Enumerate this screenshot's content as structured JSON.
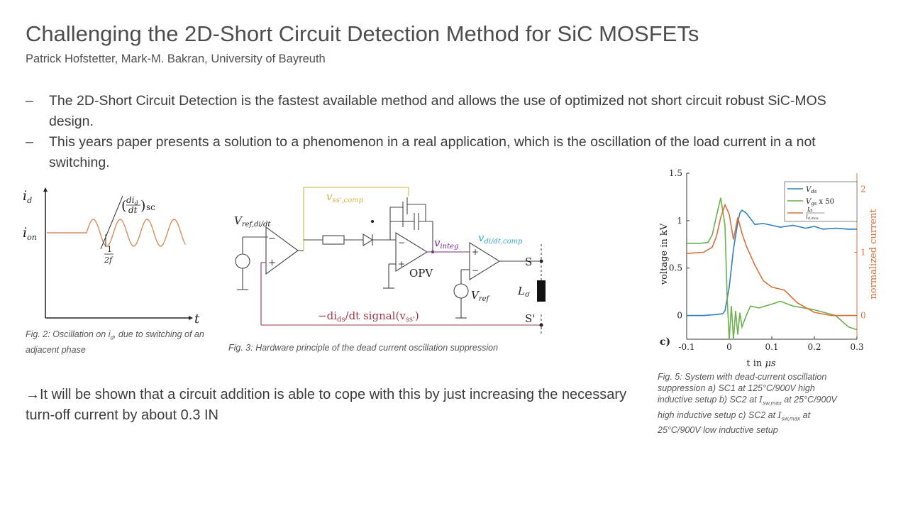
{
  "slide": {
    "title": "Challenging the 2D-Short Circuit Detection Method for SiC MOSFETs",
    "authors": "Patrick Hofstetter, Mark-M. Bakran, University of Bayreuth",
    "bullets": [
      {
        "dash": "–",
        "text": "The 2D-Short Circuit Detection is the fastest available method and allows the use of optimized not short circuit robust SiC-MOS design."
      },
      {
        "dash": "–",
        "text": "This years paper presents a solution to a phenomenon in a real application, which is the oscillation of the load current in a not switching."
      }
    ],
    "conclusion": "→It will be shown that a circuit addition is able to cope with this by just increasing the necessary turn-off current by about 0.3 IN"
  },
  "fig2": {
    "caption_pre": "Fig. 2: Oscillation on ",
    "caption_sym": "i",
    "caption_sub": "d",
    "caption_post": ", due to switching of an adjacent phase",
    "label_id": "i",
    "label_id_sub": "d",
    "label_ion": "i",
    "label_ion_sub": "on",
    "label_t": "t",
    "label_slope_num": "di",
    "label_slope_num_sub": "d",
    "label_slope_den": "dt",
    "label_slope_sub": "sc",
    "label_period_num": "1",
    "label_period_den": "2f"
  },
  "fig3": {
    "caption": "Fig. 3: Hardware principle of the dead current oscillation suppression",
    "vref_didt": "V",
    "vref_didt_sub": "ref,di/dt",
    "vss_comp": "v",
    "vss_comp_sub": "ss',comp",
    "vinteg": "v",
    "vinteg_sub": "integ",
    "vdidt_comp": "v",
    "vdidt_comp_sub": "di/dt,comp",
    "opv": "OPV",
    "vref": "V",
    "vref_sub": "ref",
    "lsigma": "L",
    "lsigma_sub": "σ",
    "s": "S",
    "s_prime": "S'",
    "signal_pre": "−di",
    "signal_sub": "ds",
    "signal_post": "/dt signal(v",
    "signal_sub2": "ss'",
    "signal_end": ")",
    "minus": "−",
    "plus": "+",
    "colors": {
      "yellow": "#d6b24a",
      "purple": "#7a2a8a",
      "cyan": "#3aa8c8",
      "maroon": "#9c3a4c"
    }
  },
  "fig5": {
    "panel": "c)",
    "xlabel_pre": "t in ",
    "xlabel_unit": "μs",
    "ylabel_left": "voltage in kV",
    "ylabel_right": "normalized current",
    "legend_vds": "V",
    "legend_vds_sub": "ds",
    "legend_vgs": "V",
    "legend_vgs_sub": "gs",
    "legend_vgs_post": " x 50",
    "legend_id_num": "I",
    "legend_id_num_sub": "d",
    "legend_id_den": "I",
    "legend_id_den_sub": "d,max",
    "caption_l1": "Fig. 5: System with dead-current oscillation",
    "caption_l2": "suppression a) SC1 at 125°C/900V high",
    "caption_l3_pre": "inductive setup b) SC2 at ",
    "caption_l3_sym": "I",
    "caption_l3_sub": "sw,max",
    "caption_l3_post": " at 25°C/900V",
    "caption_l4_pre": "high inductive setup c) SC2 at ",
    "caption_l4_sym": "I",
    "caption_l4_sub": "sw,max",
    "caption_l4_post": " at",
    "caption_l5": "25°C/900V low inductive setup"
  },
  "chart_data": {
    "type": "line",
    "title": "",
    "xlabel": "t in μs",
    "ylabel": "voltage in kV",
    "y2label": "normalized current",
    "xlim": [
      -0.1,
      0.3
    ],
    "ylim": [
      -0.25,
      1.5
    ],
    "y2lim": [
      -0.375,
      2.25
    ],
    "xticks": [
      "-0.1",
      "0",
      "0.1",
      "0.2",
      "0.3"
    ],
    "yticks": [
      "0",
      "0.5",
      "1",
      "1.5"
    ],
    "y2ticks": [
      "0",
      "1",
      "2"
    ],
    "legend_position": "top-right",
    "grid": false,
    "series": [
      {
        "name": "Vds",
        "axis": "left",
        "color": "#2f7fc1",
        "x": [
          -0.1,
          -0.06,
          -0.03,
          -0.015,
          -0.01,
          0.0,
          0.01,
          0.02,
          0.025,
          0.03,
          0.04,
          0.05,
          0.06,
          0.08,
          0.1,
          0.12,
          0.15,
          0.18,
          0.2,
          0.22,
          0.25,
          0.28,
          0.3
        ],
        "y": [
          0.0,
          0.0,
          0.01,
          0.02,
          0.05,
          0.3,
          0.7,
          0.98,
          1.08,
          1.11,
          1.08,
          1.02,
          0.96,
          0.97,
          0.95,
          0.93,
          0.95,
          0.92,
          0.94,
          0.91,
          0.92,
          0.91,
          0.91
        ]
      },
      {
        "name": "Vgs x 50",
        "axis": "left",
        "color": "#6ab04c",
        "x": [
          -0.1,
          -0.07,
          -0.05,
          -0.04,
          -0.03,
          -0.02,
          -0.01,
          -0.005,
          0.0,
          0.005,
          0.01,
          0.015,
          0.02,
          0.025,
          0.03,
          0.04,
          0.05,
          0.07,
          0.1,
          0.12,
          0.15,
          0.2,
          0.25,
          0.28,
          0.3
        ],
        "y": [
          0.76,
          0.76,
          0.77,
          0.85,
          1.05,
          1.24,
          0.95,
          0.2,
          -0.25,
          0.1,
          -0.25,
          0.05,
          -0.2,
          0.03,
          -0.12,
          0.0,
          0.1,
          0.08,
          0.12,
          0.15,
          0.1,
          0.06,
          0.0,
          -0.12,
          -0.15
        ]
      },
      {
        "name": "Id / Id,max",
        "axis": "right",
        "color": "#d9703a",
        "x": [
          -0.1,
          -0.06,
          -0.04,
          -0.03,
          -0.02,
          -0.01,
          0.0,
          0.01,
          0.02,
          0.03,
          0.04,
          0.06,
          0.08,
          0.1,
          0.13,
          0.16,
          0.2,
          0.24,
          0.28,
          0.3
        ],
        "y": [
          0.98,
          1.0,
          1.08,
          1.25,
          1.55,
          1.75,
          1.6,
          1.2,
          1.55,
          1.3,
          1.1,
          0.8,
          0.55,
          0.45,
          0.4,
          0.2,
          0.05,
          0.0,
          0.0,
          0.0
        ]
      }
    ]
  }
}
